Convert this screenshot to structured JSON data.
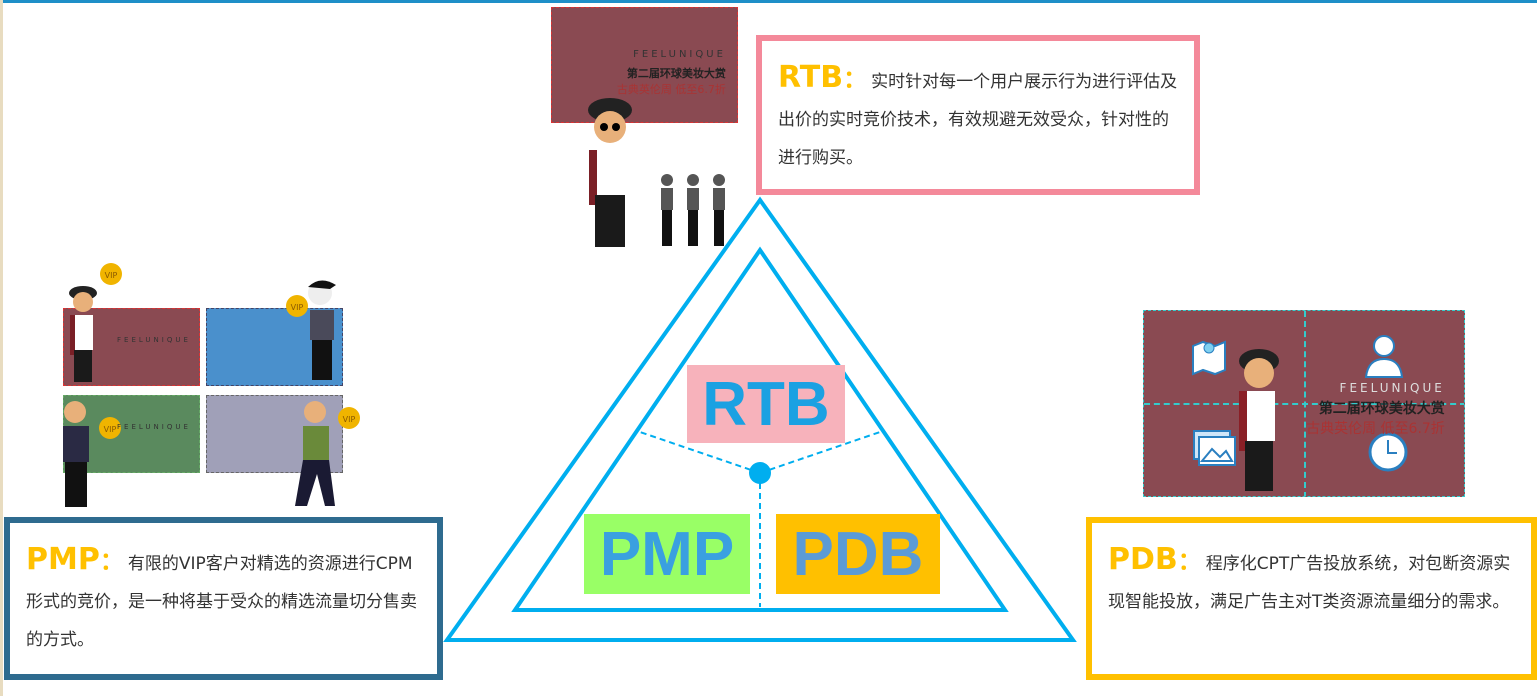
{
  "diagram": {
    "center_labels": [
      {
        "text": "RTB",
        "bg": "#f7b2bb",
        "fg": "#1ba1e2"
      },
      {
        "text": "PMP",
        "bg": "#99ff66",
        "fg": "#3aa0e0"
      },
      {
        "text": "PDB",
        "bg": "#ffc000",
        "fg": "#5b9bd5"
      }
    ],
    "triangle_color": "#00aeef"
  },
  "descriptions": {
    "rtb": {
      "key": "RTB",
      "colon": "：",
      "text": "实时针对每一个用户展示行为进行评估及出价的实时竞价技术，有效规避无效受众，针对性的进行购买。",
      "border": "#f4899a"
    },
    "pmp": {
      "key": "PMP",
      "colon": "：",
      "text": "有限的VIP客户对精选的资源进行CPM形式的竞价，是一种将基于受众的精选流量切分售卖的方式。",
      "border": "#2e6b8f"
    },
    "pdb": {
      "key": "PDB",
      "colon": "：",
      "text": "程序化CPT广告投放系统，对包断资源实现智能投放，满足广告主对T类资源流量细分的需求。",
      "border": "#ffc000"
    }
  },
  "banner": {
    "brand": "FEELUNIQUE",
    "line1": "第二届环球美妆大赏",
    "line2": "古典英伦周 低至6.7折"
  },
  "icons": [
    "map-pin-icon",
    "user-icon",
    "image-icon",
    "clock-icon",
    "vip-medal-icon",
    "money-icon"
  ]
}
